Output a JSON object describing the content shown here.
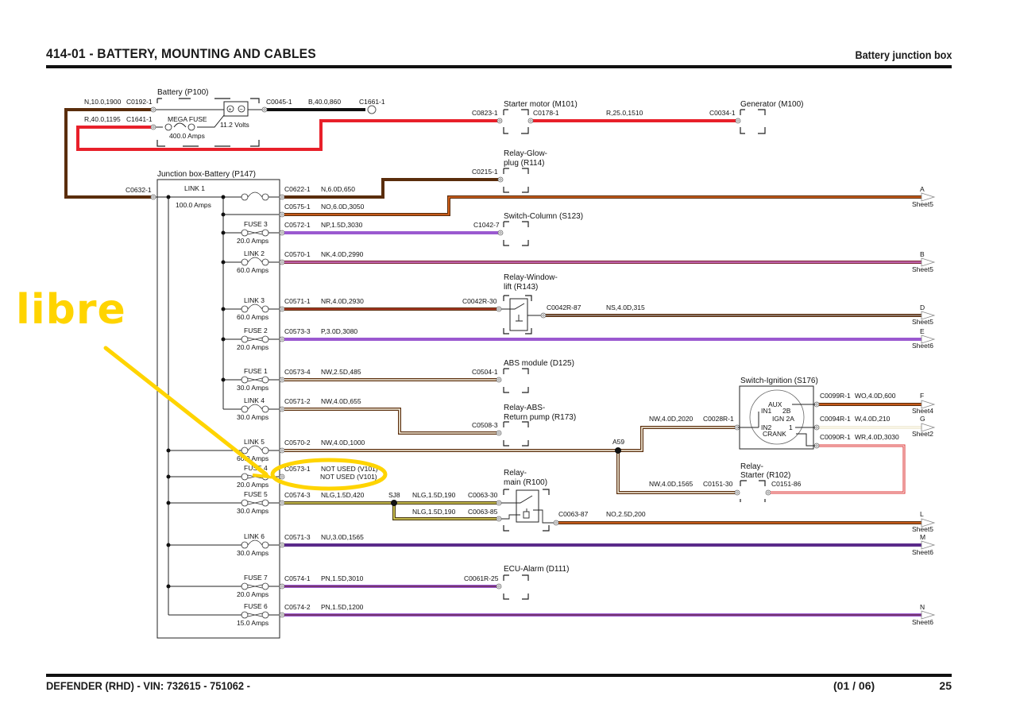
{
  "header": {
    "title": "414-01 - BATTERY, MOUNTING AND CABLES",
    "section": "Battery junction box"
  },
  "footer": {
    "vehicle": "DEFENDER  (RHD) - VIN: 732615 - 751062 -",
    "sheet": "(01 / 06)",
    "page": "25"
  },
  "annotation": {
    "text": "libre",
    "color": "#ffd400",
    "target": "FUSE 4 / C0573-1 NOT USED (V101)"
  },
  "colors": {
    "N_brown": "#5a2d0c",
    "R_red": "#e8202a",
    "B_black": "#111111",
    "O_orange": "#e86a1e",
    "P_purple": "#9b59d0",
    "K_pink": "#d77ad9",
    "W_white": "#fbf7e6",
    "LG_lightgreen": "#e8e060",
    "U_blue": "#5a2a8a",
    "S_slate": "#9a8a80"
  },
  "battery": {
    "name": "Battery (P100)",
    "voltage": "11.2 Volts",
    "mega_fuse": "MEGA FUSE",
    "mega_fuse_rating": "400.0 Amps",
    "plus": "+",
    "minus": "−",
    "wires": [
      {
        "code": "N,10.0,1900",
        "connector": "C0192-1"
      },
      {
        "code": "R,40.0,1195",
        "connector": "C1641-1"
      },
      {
        "code": "B,40.0,860",
        "connector": "C0045-1",
        "end": "C1661-1"
      }
    ]
  },
  "starter_motor": {
    "name": "Starter motor (M101)",
    "in": "C0823-1",
    "out": "C0178-1",
    "wire": "R,25.0,1510"
  },
  "generator": {
    "name": "Generator (M100)",
    "connector": "C0034-1"
  },
  "junction_box": {
    "name": "Junction box-Battery (P147)",
    "input": "C0632-1",
    "devices": [
      {
        "label": "LINK 1",
        "rating": "100.0 Amps",
        "type": "link"
      },
      {
        "label": "FUSE 3",
        "rating": "20.0 Amps",
        "type": "fuse"
      },
      {
        "label": "LINK 2",
        "rating": "60.0 Amps",
        "type": "link"
      },
      {
        "label": "LINK 3",
        "rating": "60.0 Amps",
        "type": "link"
      },
      {
        "label": "FUSE 2",
        "rating": "20.0 Amps",
        "type": "fuse"
      },
      {
        "label": "FUSE 1",
        "rating": "30.0 Amps",
        "type": "fuse"
      },
      {
        "label": "LINK 4",
        "rating": "30.0 Amps",
        "type": "link"
      },
      {
        "label": "LINK 5",
        "rating": "60.0 Amps",
        "type": "link"
      },
      {
        "label": "FUSE 4",
        "rating": "20.0 Amps",
        "type": "fuse"
      },
      {
        "label": "FUSE 5",
        "rating": "30.0 Amps",
        "type": "fuse"
      },
      {
        "label": "LINK 6",
        "rating": "30.0 Amps",
        "type": "link"
      },
      {
        "label": "FUSE 7",
        "rating": "20.0 Amps",
        "type": "fuse"
      },
      {
        "label": "FUSE 6",
        "rating": "15.0 Amps",
        "type": "fuse"
      }
    ]
  },
  "circuits": [
    {
      "connector": "C0622-1",
      "wire": "N,6.0D,650",
      "dest_connector": "C0215-1",
      "dest": "Relay-Glow-plug (R114)"
    },
    {
      "connector": "C0575-1",
      "wire": "NO,6.0D,3050",
      "offsheet": "A",
      "sheet": "Sheet5"
    },
    {
      "connector": "C0572-1",
      "wire": "NP,1.5D,3030",
      "dest_connector": "C1042-7",
      "dest": "Switch-Column (S123)"
    },
    {
      "connector": "C0570-1",
      "wire": "NK,4.0D,2990",
      "offsheet": "B",
      "sheet": "Sheet5"
    },
    {
      "connector": "C0571-1",
      "wire": "NR,4.0D,2930",
      "dest_connector": "C0042R-30",
      "dest": "Relay-Window-lift (R143)",
      "out_connector": "C0042R-87",
      "out_wire": "NS,4.0D,315",
      "offsheet": "D",
      "sheet": "Sheet5"
    },
    {
      "connector": "C0573-3",
      "wire": "P,3.0D,3080",
      "offsheet": "E",
      "sheet": "Sheet6"
    },
    {
      "connector": "C0573-4",
      "wire": "NW,2.5D,485",
      "dest_connector": "C0504-1",
      "dest": "ABS module (D125)"
    },
    {
      "connector": "C0571-2",
      "wire": "NW,4.0D,655",
      "dest_connector": "C0508-3",
      "dest": "Relay-ABS-Return pump (R173)"
    },
    {
      "connector": "C0570-2",
      "wire": "NW,4.0D,1000",
      "splice": "A59"
    },
    {
      "connector": "C0573-1",
      "wire": "NOT USED (V101)"
    },
    {
      "connector": "C0574-3",
      "wire": "NLG,1.5D,420",
      "splice": "SJ8"
    },
    {
      "connector": "C0571-3",
      "wire": "NU,3.0D,1565",
      "offsheet": "M",
      "sheet": "Sheet6"
    },
    {
      "connector": "C0574-1",
      "wire": "PN,1.5D,3010",
      "dest_connector": "C0061R-25",
      "dest": "ECU-Alarm (D111)"
    },
    {
      "connector": "C0574-2",
      "wire": "PN,1.5D,1200",
      "offsheet": "N",
      "sheet": "Sheet6"
    }
  ],
  "relay_window_lift": {
    "line1": "Relay-Window-",
    "line2": "lift (R143)"
  },
  "relay_glow": {
    "line1": "Relay-Glow-",
    "line2": "plug (R114)"
  },
  "relay_abs": {
    "line1": "Relay-ABS-",
    "line2": "Return pump (R173)"
  },
  "relay_main": {
    "line1": "Relay-",
    "line2": "main (R100)",
    "in1_wire": "NLG,1.5D,190",
    "in1": "C0063-30",
    "in2_wire": "NLG,1.5D,190",
    "in2": "C0063-85",
    "out": "C0063-87",
    "out_wire": "NO,2.5D,200",
    "offsheet": "L",
    "sheet": "Sheet5"
  },
  "ignition": {
    "name": "Switch-Ignition (S176)",
    "pins": [
      "AUX",
      "IN1",
      "2B",
      "IGN 2A",
      "IN2",
      "1",
      "CRANK"
    ],
    "in_wire": "NW,4.0D,2020",
    "in_connector": "C0028R-1",
    "outputs": [
      {
        "connector": "C0099R-1",
        "wire": "WO,4.0D,600",
        "offsheet": "F",
        "sheet": "Sheet4"
      },
      {
        "connector": "C0094R-1",
        "wire": "W,4.0D,210",
        "offsheet": "G",
        "sheet": "Sheet2"
      },
      {
        "connector": "C0090R-1",
        "wire": "WR,4.0D,3030"
      }
    ]
  },
  "relay_starter": {
    "line1": "Relay-",
    "line2": "Starter (R102)",
    "wire": "NW,4.0D,1565",
    "in": "C0151-30",
    "out": "C0151-86"
  }
}
